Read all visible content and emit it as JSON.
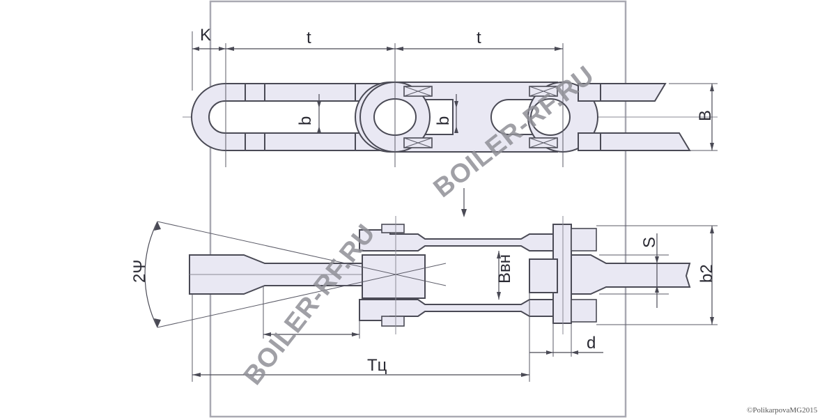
{
  "dimension_labels": {
    "k": "K",
    "t_left": "t",
    "t_right": "t",
    "b_left": "b",
    "b_right": "b",
    "b_width": "B",
    "psi": "2Ψ",
    "b_inner": "Bвн",
    "s": "S",
    "b2": "b2",
    "d": "d",
    "tc": "Tц"
  },
  "watermark": "BOILER-RF.RU",
  "copyright": "©PolikarpovaMG2015",
  "colors": {
    "part_fill": "#e9e8f3",
    "outline": "#4a4a55",
    "watermark": "#8f8f96"
  }
}
